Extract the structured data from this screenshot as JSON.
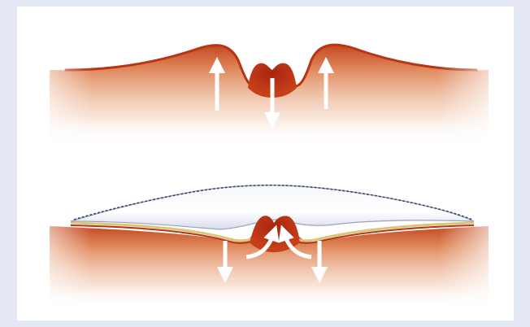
{
  "figure": {
    "panels": [
      {
        "id": "uplift",
        "arrows": [
          "up",
          "down",
          "up"
        ]
      },
      {
        "id": "ice-load",
        "arrows": [
          "down",
          "up",
          "up",
          "down"
        ]
      }
    ],
    "colors": {
      "background": "#e4e8f4",
      "crust": "#b83414",
      "mantle": "#e8a07a",
      "arrow": "#ffffff",
      "ice": "#ffffff",
      "sediment": "#d8c77a"
    }
  }
}
